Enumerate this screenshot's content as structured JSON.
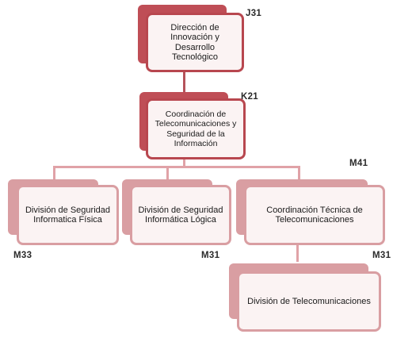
{
  "nodes": {
    "direccion": {
      "label": "Dirección de Innovación y Desarrollo Tecnológico",
      "code": "J31"
    },
    "coord_telecom_seg": {
      "label": "Coordinación de Telecomunicaciones y Seguridad de la Información",
      "code": "K21"
    },
    "div_seg_fisica": {
      "label": "División de Seguridad Informatica Física",
      "code": "M33"
    },
    "div_seg_logica": {
      "label": "División de Seguridad Informática Lógica",
      "code": "M31"
    },
    "coord_tecnica": {
      "label": "Coordinación Técnica de Telecomunicaciones",
      "code": "M41"
    },
    "div_telecom": {
      "label": "División de Telecomunicaciones",
      "code": "M31"
    }
  },
  "colors": {
    "dark": "#bf4e56",
    "light": "#d99ea2",
    "fill": "#fbf3f3"
  }
}
